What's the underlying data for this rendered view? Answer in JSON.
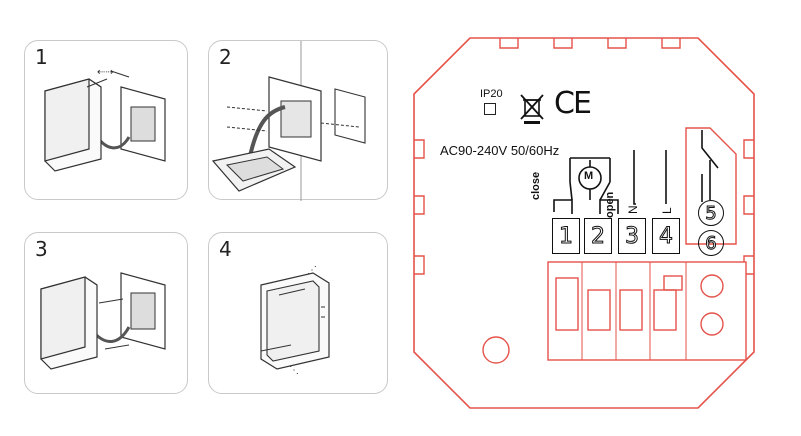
{
  "steps": [
    {
      "number": "1"
    },
    {
      "number": "2"
    },
    {
      "number": "3"
    },
    {
      "number": "4"
    }
  ],
  "wiring": {
    "ip_rating": "IP20",
    "ce_mark": "CE",
    "voltage": "AC90-240V 50/60Hz",
    "motor_symbol": "M",
    "label_close": "close",
    "label_open": "open",
    "label_n": "N",
    "label_l": "L",
    "terminals": [
      "1",
      "2",
      "3",
      "4"
    ],
    "extra_terminals": [
      "5",
      "6"
    ]
  },
  "colors": {
    "outline_red": "#e5534b",
    "panel_border": "#c9c9c9",
    "drawing": "#333333"
  }
}
